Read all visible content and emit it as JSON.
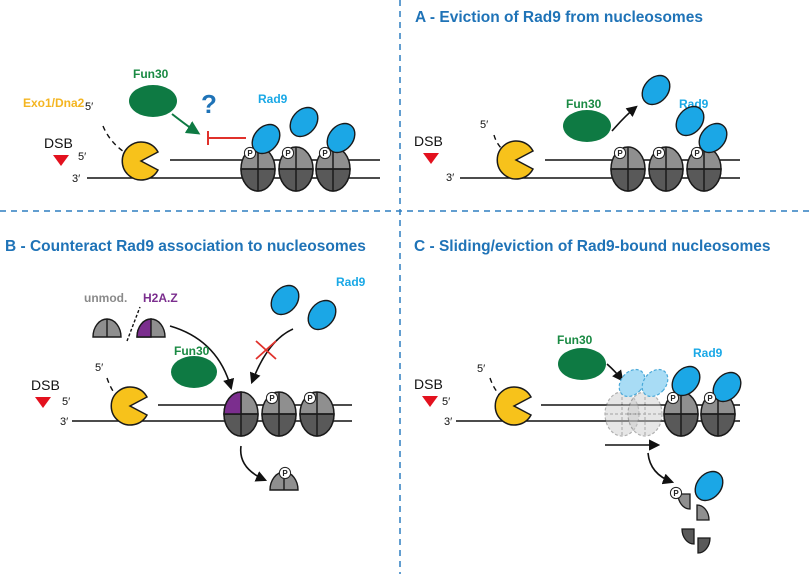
{
  "panel_top_left": {
    "exo_label": "Exo1/Dna2",
    "fun30_label": "Fun30",
    "rad9_label": "Rad9",
    "question_mark": "?",
    "dsb_label": "DSB",
    "five_prime": "5′",
    "five_prime_strand": "5′",
    "three_prime": "3′"
  },
  "panel_a": {
    "title": "A - Eviction of Rad9 from nucleosomes",
    "fun30_label": "Fun30",
    "rad9_label": "Rad9",
    "dsb_label": "DSB",
    "five_prime": "5′",
    "three_prime": "3′"
  },
  "panel_b": {
    "title": "B - Counteract Rad9 association to nucleosomes",
    "unmod_label": "unmod.",
    "h2az_label": "H2A.Z",
    "rad9_label": "Rad9",
    "fun30_label": "Fun30",
    "dsb_label": "DSB",
    "five_prime": "5′",
    "five_prime_strand": "5′",
    "three_prime": "3′"
  },
  "panel_c": {
    "title": "C - Sliding/eviction of Rad9-bound nucleosomes",
    "fun30_label": "Fun30",
    "rad9_label": "Rad9",
    "dsb_label": "DSB",
    "five_prime": "5′",
    "five_prime_strand": "5′",
    "three_prime": "3′"
  },
  "phospho_mark": "P",
  "colors": {
    "fun30": "#0e7a43",
    "rad9": "#1ba7e6",
    "exo": "#f7c21b",
    "histone_dark": "#595959",
    "histone_light": "#8f8f8f",
    "h2az": "#7b2e8e",
    "dsb_marker": "#e3111e",
    "inhibition": "#e0312b",
    "divider": "#2f7fc1",
    "title": "#1f73b7"
  }
}
